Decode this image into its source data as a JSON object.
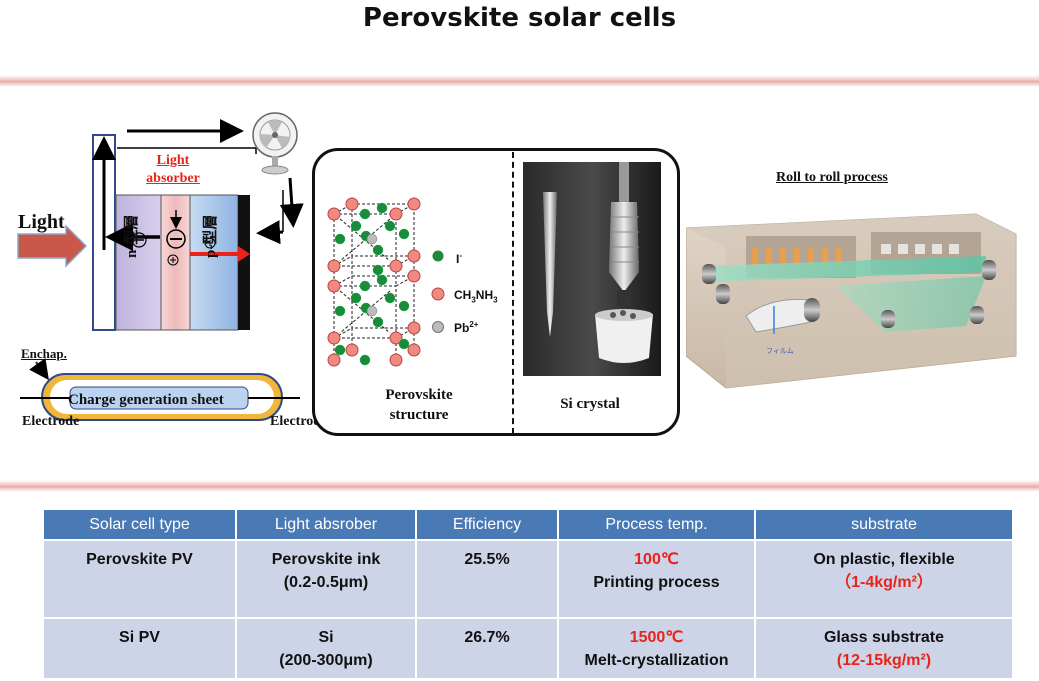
{
  "title": "Perovskite solar cells",
  "diagram": {
    "light_label": "Light",
    "light_absorber_label": [
      "Light",
      "absorber"
    ],
    "n_layer_label": "n-型層",
    "p_layer_label": "p-型層",
    "minus_symbol": "⊖",
    "plus_symbol": "⊕",
    "encap_label": "Enchap.",
    "sheet_label": "Charge generation sheet",
    "electrode_left": "Electrode",
    "electrode_right": "Electrode"
  },
  "structure_panel": {
    "legend": [
      "I",
      "CH",
      "NH",
      "Pb"
    ],
    "legend_sub_3": "3",
    "legend_sup_minus": "-",
    "legend_sup_pb": "2+",
    "perovskite_caption": [
      "Perovskite",
      "structure"
    ],
    "si_caption": "Si crystal"
  },
  "roll": {
    "title": "Roll to roll process",
    "film_label": "フィルム"
  },
  "table": {
    "headers": [
      "Solar cell type",
      "Light absrober",
      "Efficiency",
      "Process temp.",
      "substrate"
    ],
    "rows": [
      {
        "type": "Perovskite PV",
        "absorber": [
          "Perovskite ink",
          "(0.2-0.5μm)"
        ],
        "efficiency": "25.5%",
        "temp": "100℃",
        "process": "Printing process",
        "substrate": "On plastic, flexible",
        "weight": "（1-4kg/m²）"
      },
      {
        "type": "Si PV",
        "absorber": [
          "Si",
          "(200-300μm)"
        ],
        "efficiency": "26.7%",
        "temp": "1500℃",
        "process": "Melt-crystallization",
        "substrate": "Glass substrate",
        "weight": "(12-15kg/m²)"
      }
    ]
  },
  "colors": {
    "table_header": "#4a7ab5",
    "table_cell": "#cdd4e7",
    "highlight_red": "#e8231a",
    "n_layer": "#c9bfe0",
    "p_layer": "#9fc0e6",
    "absorber_layer": "#f3c4c4"
  }
}
